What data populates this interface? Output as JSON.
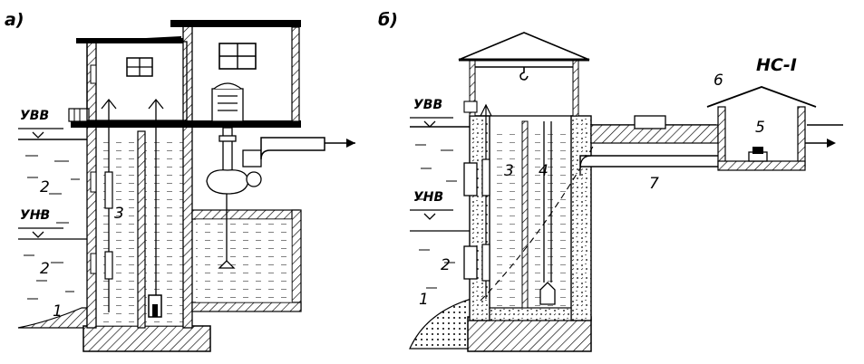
{
  "panels": [
    {
      "id": "a",
      "label": "а)",
      "level_labels": [
        "УВВ",
        "УНВ"
      ],
      "numbers": [
        "2",
        "2",
        "3",
        "1"
      ]
    },
    {
      "id": "b",
      "label": "б)",
      "level_labels": [
        "УВВ",
        "УНВ"
      ],
      "numbers": [
        "3",
        "4",
        "2",
        "1",
        "5",
        "6",
        "7"
      ],
      "station_title": "НС-I"
    }
  ]
}
